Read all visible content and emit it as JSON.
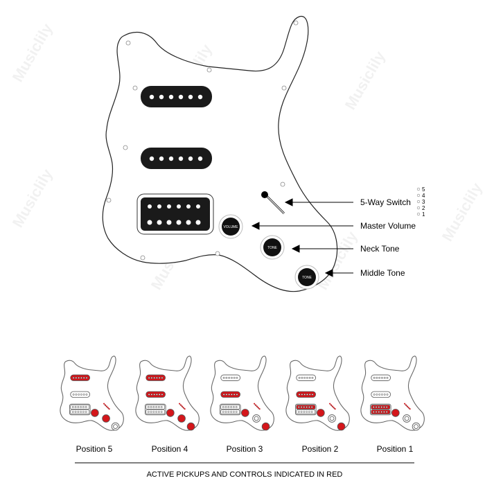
{
  "watermark": "Musiclily",
  "labels": {
    "switch": "5-Way Switch",
    "master_volume": "Master Volume",
    "neck_tone": "Neck Tone",
    "middle_tone": "Middle Tone"
  },
  "switch_positions": [
    "5",
    "4",
    "3",
    "2",
    "1"
  ],
  "knob_text": {
    "volume": "VOLUME",
    "tone1": "TONE",
    "tone2": "TONE"
  },
  "positions": [
    {
      "label": "Position 5",
      "active": [
        "neck"
      ],
      "knobs": [
        "vol",
        "tone1"
      ]
    },
    {
      "label": "Position 4",
      "active": [
        "neck",
        "middle"
      ],
      "knobs": [
        "vol",
        "tone1",
        "tone2"
      ]
    },
    {
      "label": "Position 3",
      "active": [
        "middle"
      ],
      "knobs": [
        "vol",
        "tone2"
      ]
    },
    {
      "label": "Position 2",
      "active": [
        "middle",
        "bridge_inner"
      ],
      "knobs": [
        "vol",
        "tone2"
      ]
    },
    {
      "label": "Position 1",
      "active": [
        "bridge"
      ],
      "knobs": [
        "vol"
      ]
    }
  ],
  "footer": "ACTIVE PICKUPS AND CONTROLS INDICATED IN RED",
  "colors": {
    "active": "#d4161b",
    "pickup": "#1a1a1a",
    "outline": "#777777"
  }
}
